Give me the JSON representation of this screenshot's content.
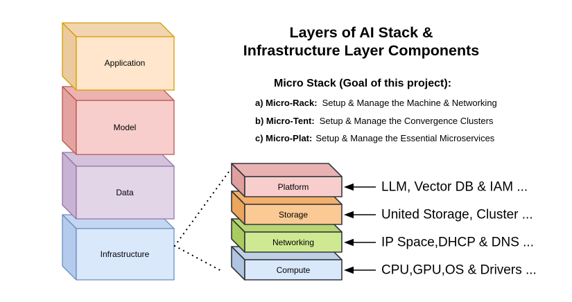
{
  "background": "#ffffff",
  "text_color": "#000000",
  "arrow_color": "#000000",
  "connector_color": "#000000",
  "title": {
    "line1": "Layers of AI Stack &",
    "line2": "Infrastructure Layer Components",
    "subtitle": "Micro Stack (Goal of this project):"
  },
  "goals": [
    {
      "label": "a) Micro-Rack:",
      "text": "Setup & Manage the Machine & Networking"
    },
    {
      "label": "b) Micro-Tent:",
      "text": "Setup & Manage the Convergence Clusters"
    },
    {
      "label": "c) Micro-Plat:",
      "text": "Setup & Manage the Essential Microservices"
    }
  ],
  "ai_stack": {
    "layers": [
      {
        "label": "Application",
        "front": "#ffe6cc",
        "top": "#f1d5b1",
        "side": "#eaca9e",
        "stroke": "#d79b00"
      },
      {
        "label": "Model",
        "front": "#f8cecc",
        "top": "#ecb3b0",
        "side": "#e4a3a0",
        "stroke": "#b85450"
      },
      {
        "label": "Data",
        "front": "#e1d5e7",
        "top": "#d3c2dc",
        "side": "#c9b3d4",
        "stroke": "#9673a6"
      },
      {
        "label": "Infrastructure",
        "front": "#dae8fc",
        "top": "#c4d7f2",
        "side": "#b4cbee",
        "stroke": "#6c8ebf"
      }
    ]
  },
  "infra_stack": {
    "stroke": "#33363a",
    "layers": [
      {
        "label": "Platform",
        "front": "#f8cecc",
        "top": "#e9b2b2",
        "side": "#df9f9f",
        "annotation": "LLM, Vector DB & IAM ..."
      },
      {
        "label": "Storage",
        "front": "#fbc994",
        "top": "#f2b06c",
        "side": "#eba55c",
        "annotation": "United Storage, Cluster ..."
      },
      {
        "label": "Networking",
        "front": "#cfe992",
        "top": "#b5d671",
        "side": "#a8cc5f",
        "annotation": "IP Space,DHCP & DNS ..."
      },
      {
        "label": "Compute",
        "front": "#dae8fc",
        "top": "#becfe6",
        "side": "#afc4e0",
        "annotation": "CPU,GPU,OS & Drivers ..."
      }
    ]
  }
}
